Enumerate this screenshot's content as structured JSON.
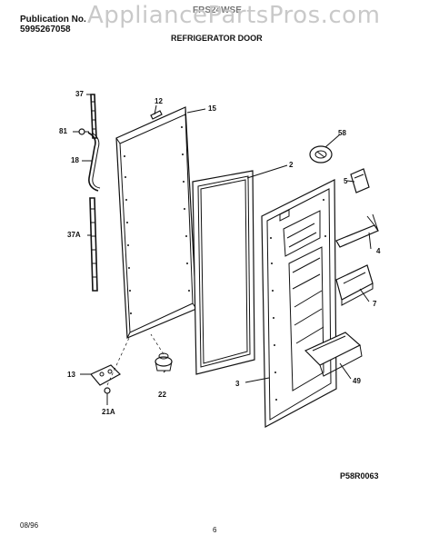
{
  "header": {
    "publication_label": "Publication No.",
    "publication_number": "5995267058",
    "watermark": "AppliancePartsPros.com",
    "model": "FRS24WSE",
    "section_title": "REFRIGERATOR DOOR"
  },
  "part_labels": {
    "p37": "37",
    "p81": "81",
    "p18": "18",
    "p37a": "37A",
    "p12": "12",
    "p15": "15",
    "p2": "2",
    "p58": "58",
    "p5": "5",
    "p4": "4",
    "p7": "7",
    "p49": "49",
    "p3": "3",
    "p13": "13",
    "p22": "22",
    "p21a": "21A"
  },
  "diagram_code": "P58R0063",
  "footer": {
    "date": "08/96",
    "page": "6"
  }
}
